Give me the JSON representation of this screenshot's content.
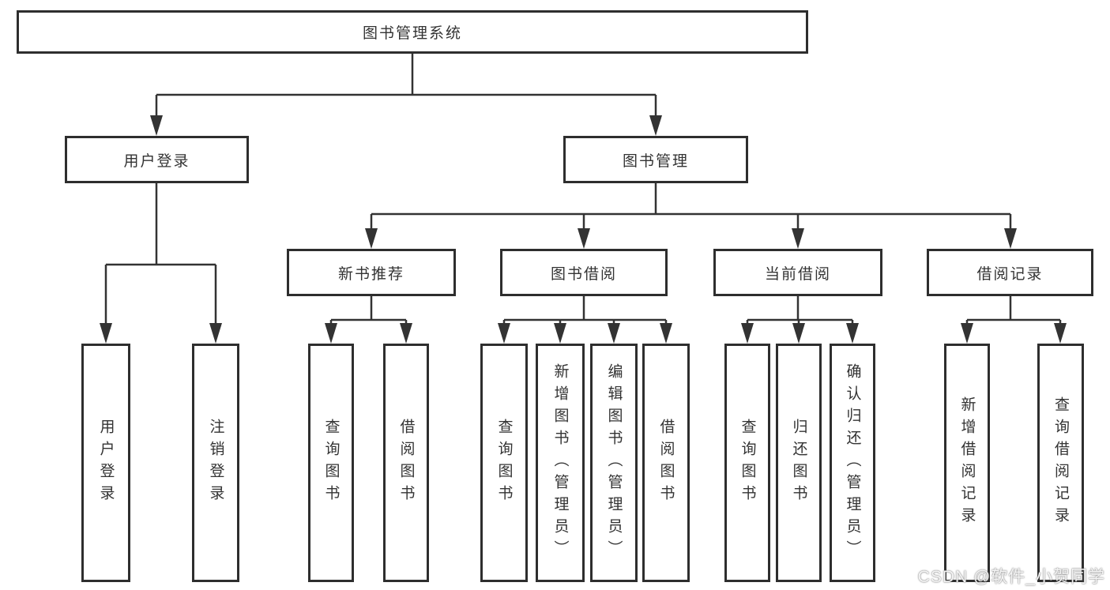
{
  "style": {
    "line_color": "#333333",
    "box_border_color": "#2e2e2e",
    "text_color": "#333333"
  },
  "tree": {
    "root": {
      "label": "图书管理系统",
      "children": [
        {
          "label": "用户登录",
          "children": [
            {
              "label": "用户登录"
            },
            {
              "label": "注销登录"
            }
          ]
        },
        {
          "label": "图书管理",
          "children": [
            {
              "label": "新书推荐",
              "children": [
                {
                  "label": "查询图书"
                },
                {
                  "label": "借阅图书"
                }
              ]
            },
            {
              "label": "图书借阅",
              "children": [
                {
                  "label": "查询图书"
                },
                {
                  "label": "新增图书（管理员）"
                },
                {
                  "label": "编辑图书（管理员）"
                },
                {
                  "label": "借阅图书"
                }
              ]
            },
            {
              "label": "当前借阅",
              "children": [
                {
                  "label": "查询图书"
                },
                {
                  "label": "归还图书"
                },
                {
                  "label": "确认归还（管理员）"
                }
              ]
            },
            {
              "label": "借阅记录",
              "children": [
                {
                  "label": "新增借阅记录"
                },
                {
                  "label": "查询借阅记录"
                }
              ]
            }
          ]
        }
      ]
    }
  },
  "watermark": {
    "text": "CSDN @软件_小贺同学"
  }
}
